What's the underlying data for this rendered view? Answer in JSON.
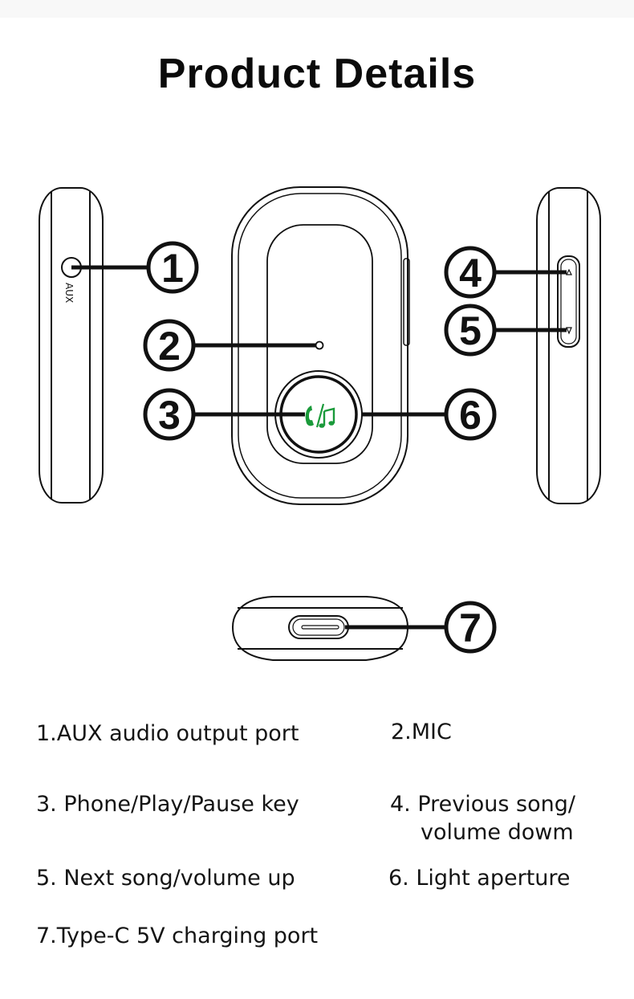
{
  "title": "Product Details",
  "device": {
    "side_label": "AUX",
    "button_icon": "phone-music-icon",
    "accent_color": "#1a9a3a",
    "callouts": [
      "1",
      "2",
      "3",
      "4",
      "5",
      "6",
      "7"
    ]
  },
  "legend": [
    {
      "number": "1",
      "text": "1.AUX audio output port"
    },
    {
      "number": "2",
      "text": "2.MIC"
    },
    {
      "number": "3",
      "text": "3. Phone/Play/Pause key"
    },
    {
      "number": "4",
      "line1": "4. Previous song/",
      "line2": "volume dowm"
    },
    {
      "number": "5",
      "text": "5. Next song/volume up"
    },
    {
      "number": "6",
      "text": "6. Light aperture"
    },
    {
      "number": "7",
      "text": "7.Type-C 5V charging port"
    }
  ]
}
